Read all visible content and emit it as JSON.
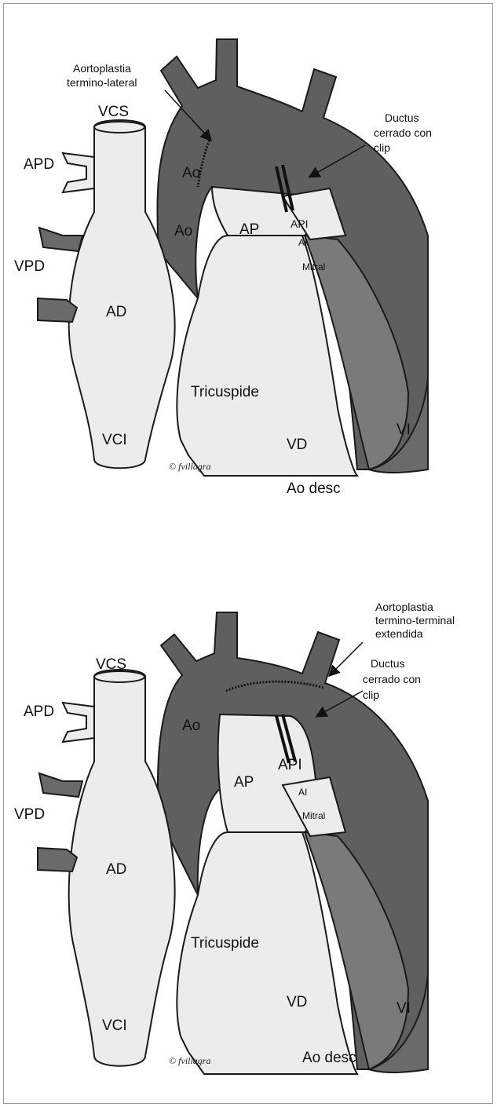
{
  "top": {
    "annotations": {
      "aortoplasty_line1": "Aortoplastia",
      "aortoplasty_line2": "termino-lateral",
      "ductus_line1": "Ductus",
      "ductus_line2": "cerrado  con",
      "ductus_line3": "clip"
    },
    "labels": {
      "vcs": "VCS",
      "apd": "APD",
      "vpd": "VPD",
      "ad": "AD",
      "vci": "VCI",
      "ao1": "Ao",
      "ao2": "Ao",
      "ap": "AP",
      "api": "API",
      "ai": "AI",
      "mitral": "Mitral",
      "tricuspide": "Tricuspide",
      "vd": "VD",
      "vi": "VI",
      "ao_desc": "Ao desc",
      "signature": "© fvillagra"
    }
  },
  "bottom": {
    "annotations": {
      "aortoplasty_line1": "Aortoplastia",
      "aortoplasty_line2": "termino-terminal",
      "aortoplasty_line3": "extendida",
      "ductus_line1": "Ductus",
      "ductus_line2": "cerrado  con",
      "ductus_line3": "clip"
    },
    "labels": {
      "vcs": "VCS",
      "apd": "APD",
      "vpd": "VPD",
      "ad": "AD",
      "vci": "VCI",
      "ao": "Ao",
      "ap": "AP",
      "api": "API",
      "ai": "AI",
      "mitral": "Mitral",
      "tricuspide": "Tricuspide",
      "vd": "VD",
      "vi": "VI",
      "ao_desc": "Ao desc",
      "signature": "© fvillagra"
    }
  },
  "colors": {
    "dark_vessel": "#5f5f5f",
    "mid_vessel": "#8a8a8a",
    "light_chamber": "#ececec",
    "outline": "#1a1a1a"
  }
}
